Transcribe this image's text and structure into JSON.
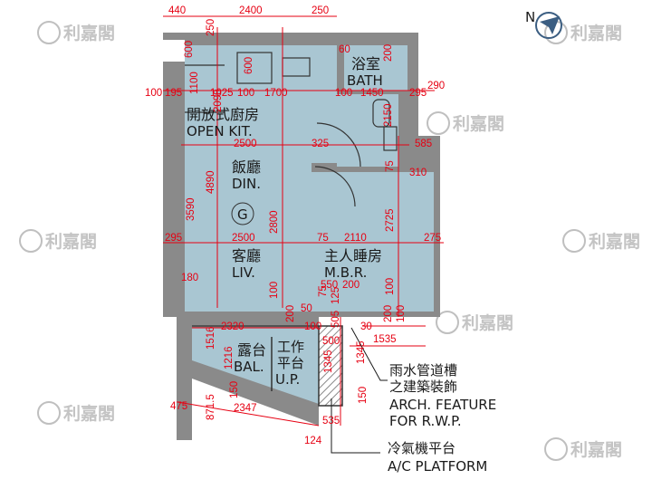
{
  "colors": {
    "room_fill": "#a9c6d2",
    "wall": "#8a8a8a",
    "dimension": "#e60012",
    "bal_hatch": "#8a8a8a",
    "watermark": "#c4c4c4",
    "compass": "#3b5e82"
  },
  "compass": {
    "label": "N"
  },
  "watermark": {
    "text": "利嘉閣"
  },
  "unit_label": "G",
  "rooms": {
    "bath": {
      "zh": "浴室",
      "en": "BATH"
    },
    "kitchen": {
      "zh": "開放式廚房",
      "en": "OPEN KIT."
    },
    "dining": {
      "zh": "飯廳",
      "en": "DIN."
    },
    "living": {
      "zh": "客廳",
      "en": "LIV."
    },
    "mbr": {
      "zh": "主人睡房",
      "en": "M.B.R."
    },
    "balcony": {
      "zh": "露台",
      "en": "BAL."
    },
    "utility": {
      "zh_1": "工作",
      "zh_2": "平台",
      "en": "U.P."
    }
  },
  "annotations": {
    "arch_feature": {
      "zh_1": "雨水管道槽",
      "zh_2": "之建築裝飾",
      "en_1": "ARCH. FEATURE",
      "en_2": "FOR R.W.P."
    },
    "ac_platform": {
      "zh": "冷氣機平台",
      "en": "A/C PLATFORM"
    }
  },
  "dimensions": {
    "top_440": "440",
    "top_2400": "2400",
    "top_250": "250",
    "v_250": "250",
    "v_600_a": "600",
    "v_600_b": "600",
    "v_60": "60",
    "v_200_a": "200",
    "v_1100": "1100",
    "v_2090": "2090",
    "v_2150": "2150",
    "h_100_a": "100",
    "h_195": "195",
    "h_1025": "1025",
    "h_100_b": "100",
    "h_1700": "1700",
    "h_100_c": "100",
    "h_1450": "1450",
    "h_295_a": "295",
    "h_290": "290",
    "h_2500_a": "2500",
    "h_325": "325",
    "h_585": "585",
    "v_75_a": "75",
    "h_310": "310",
    "v_4890": "4890",
    "v_3590": "3590",
    "v_2800": "2800",
    "v_2725": "2725",
    "h_295_b": "295",
    "h_2500_b": "2500",
    "h_75": "75",
    "h_2110": "2110",
    "h_275": "275",
    "v_180": "180",
    "v_100_a": "100",
    "v_100_b": "100",
    "h_550": "550",
    "h_200": "200",
    "v_75_b": "75",
    "v_125": "125",
    "h_50": "50",
    "v_200_b": "200",
    "v_200_c": "200",
    "v_100_c": "100",
    "v_100_d": "100",
    "h_2320": "2320",
    "v_505": "505",
    "v_30": "30",
    "h_1535": "1535",
    "v_1516": "1516",
    "v_1216": "1216",
    "h_500": "500",
    "v_1345_a": "1345",
    "v_1345_b": "1345",
    "v_150_a": "150",
    "v_150_b": "150",
    "h_475": "475",
    "v_871": "871.5",
    "h_2347": "2347",
    "h_535": "535",
    "h_124": "124"
  }
}
